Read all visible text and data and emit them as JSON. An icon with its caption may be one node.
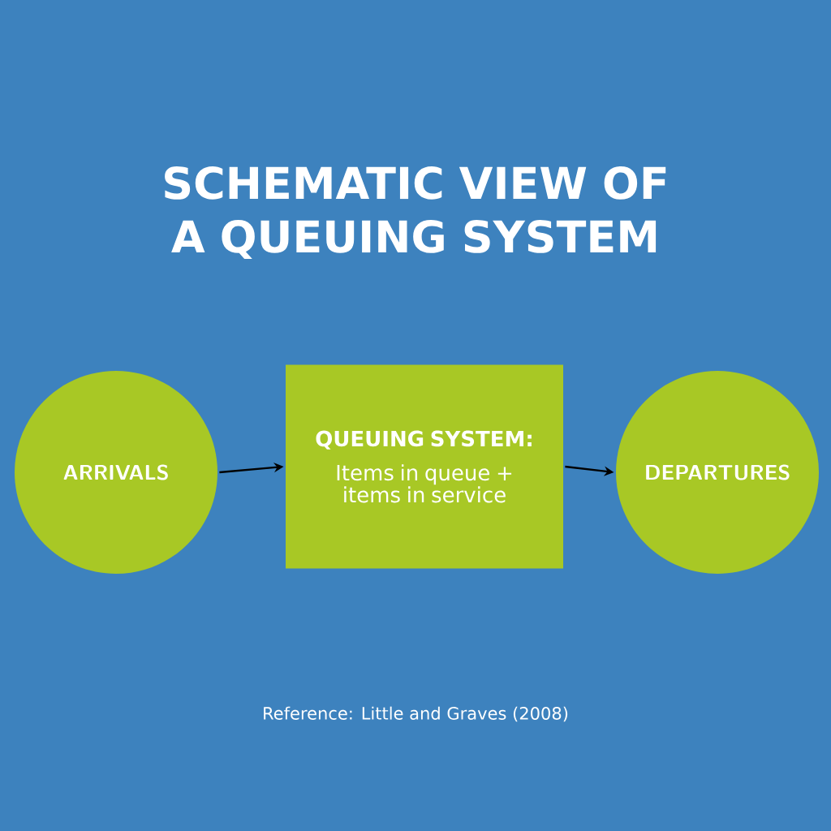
{
  "diagram": {
    "title": "SCHEMATIC VIEW OF A QUEUING SYSTEM",
    "nodes": [
      {
        "text": [
          "ARRIVALS"
        ]
      },
      {
        "text": [
          "QUEUING SYSTEM:",
          "Items in queue + items in service"
        ]
      },
      {
        "text": [
          "DEPARTURES"
        ]
      }
    ],
    "edges": [
      {
        "from": 0,
        "to": 1,
        "arrow": "to"
      },
      {
        "from": 1,
        "to": 2,
        "arrow": "to"
      }
    ],
    "labels": [
      "Reference: Little and Graves (2008)"
    ]
  }
}
